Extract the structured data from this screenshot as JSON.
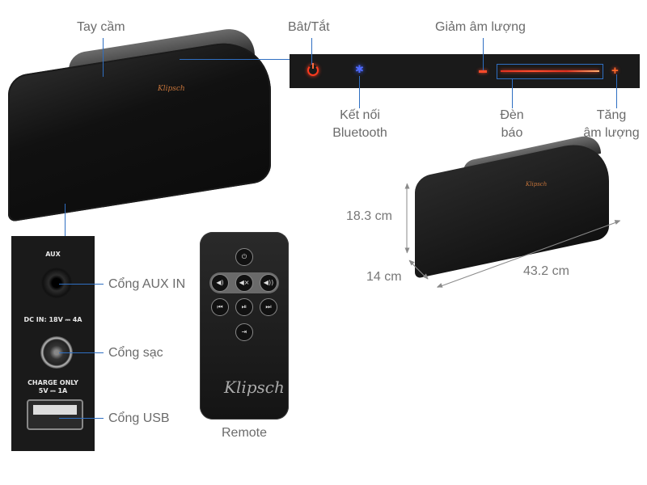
{
  "labels": {
    "handle": "Tay cầm",
    "power": "Bât/Tắt",
    "volume_down": "Giảm âm lượng",
    "bluetooth_line1": "Kết nối",
    "bluetooth_line2": "Bluetooth",
    "indicator_line1": "Đèn",
    "indicator_line2": "báo",
    "volume_up_line1": "Tăng",
    "volume_up_line2": "âm lượng",
    "aux_in": "Cổng AUX IN",
    "charge": "Cổng sạc",
    "usb": "Cổng USB",
    "remote": "Remote"
  },
  "port_panel": {
    "aux_text": "AUX",
    "dc_text": "DC IN: 18V ⎓ 4A",
    "charge_text_line1": "CHARGE ONLY",
    "charge_text_line2": "5V ⎓ 1A"
  },
  "dimensions": {
    "height": "18.3 cm",
    "depth": "14 cm",
    "width": "43.2 cm"
  },
  "brand": {
    "logo_text": "Klipsch",
    "logo_color": "#c5743a"
  },
  "remote_buttons": {
    "power": "⏻",
    "vol_down": "◀)",
    "mute": "◀×",
    "vol_up": "◀))",
    "prev": "⏮",
    "play_pause": "⏯",
    "next": "⏭",
    "input": "⇥"
  },
  "control_strip": {
    "bluetooth_icon": "✱",
    "plus": "+"
  },
  "colors": {
    "callout_line": "#2f6fc2",
    "led_red": "#ff3b1f",
    "bluetooth_blue": "#4f6bff",
    "label_gray": "#6b6b6b"
  }
}
